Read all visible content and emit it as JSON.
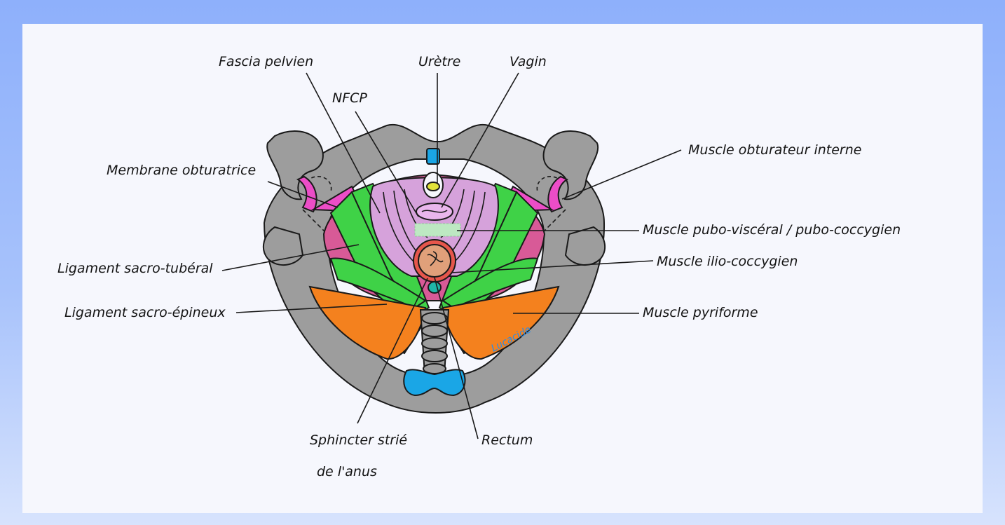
{
  "labels": {
    "fascia_pelvien": "Fascia pelvien",
    "uretre": "Urètre",
    "vagin": "Vagin",
    "nfcp": "NFCP",
    "membrane_obturatrice": "Membrane obturatrice",
    "muscle_obturateur_interne": "Muscle obturateur interne",
    "muscle_pubo_visceral": "Muscle pubo-viscéral / pubo-coccygien",
    "ligament_sacro_tuberal": "Ligament sacro-tubéral",
    "muscle_ilio_coccygien": "Muscle ilio-coccygien",
    "ligament_sacro_epineux": "Ligament sacro-épineux",
    "muscle_pyriforme": "Muscle pyriforme",
    "sphincter_line1": "Sphincter strié",
    "sphincter_line2": "de l'anus",
    "rectum": "Rectum",
    "signature": "Lucacide"
  },
  "colors": {
    "bone": "#9d9d9d",
    "levator_green": "#3fd247",
    "deep_muscle": "#d85a97",
    "pubovisceral_lilac": "#d6a2db",
    "pyriform_orange": "#f4811e",
    "obturator_magenta": "#ec4dc7",
    "urethra_blue": "#1aa6e6",
    "rectum_tan": "#e0a07a",
    "sphincter_red": "#e6564c",
    "nfcp_mint": "#bde8c2",
    "anal_teal": "#1fb6a8"
  }
}
